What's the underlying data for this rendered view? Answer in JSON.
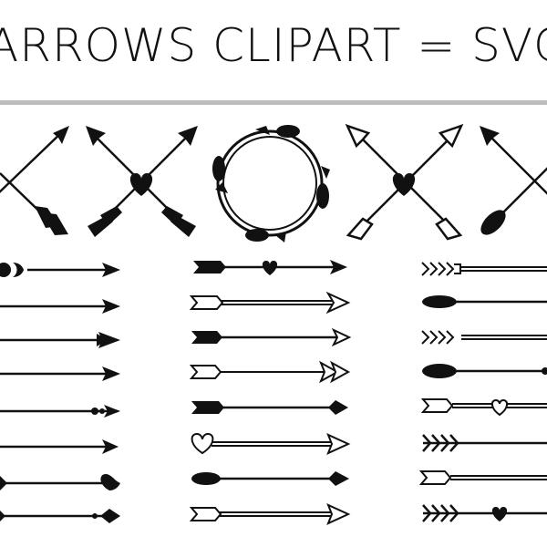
{
  "banner": {
    "title": "ARROWS CLIPART = SVG + PNG"
  },
  "colors": {
    "ink": "#111111",
    "background": "#ffffff",
    "divider": "#bdbdbd"
  },
  "artwork": {
    "crossed_arrows_count": 4,
    "wreath_count": 1,
    "single_arrows_per_column": 8,
    "arrow_columns": 3
  }
}
